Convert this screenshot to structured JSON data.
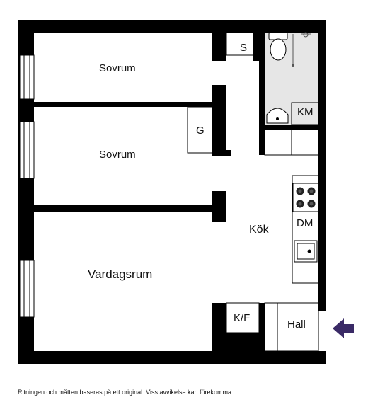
{
  "rooms": {
    "sovrum_top": "Sovrum",
    "sovrum_middle": "Sovrum",
    "vardagsrum": "Vardagsrum",
    "kok": "Kök",
    "hall": "Hall",
    "wc": "S",
    "km": "KM",
    "g": "G",
    "dm": "DM",
    "kf": "K/F"
  },
  "entrance_arrow_icon": "arrow-left-icon",
  "disclaimer": "Ritningen och måtten baseras på ett original. Viss avvikelse kan förekomma.",
  "colors": {
    "wall": "#000000",
    "bathroom_floor": "#e6e6e6",
    "arrow": "#3a2a66"
  }
}
